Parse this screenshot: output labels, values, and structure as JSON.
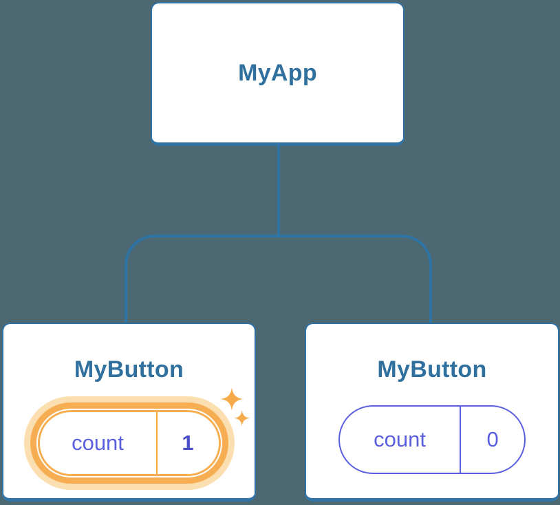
{
  "tree": {
    "root": {
      "label": "MyApp"
    },
    "children": [
      {
        "label": "MyButton",
        "state": {
          "key": "count",
          "value": "1"
        },
        "highlighted": true
      },
      {
        "label": "MyButton",
        "state": {
          "key": "count",
          "value": "0"
        },
        "highlighted": false
      }
    ]
  },
  "colors": {
    "background": "#4C6872",
    "connector_blue": "#2E74A4",
    "node_border_blue": "#3173A4",
    "node_label_blue": "#2F709E",
    "state_indigo": "#5B5FDE",
    "state_value_bold_indigo": "#4B4FC8",
    "highlight_orange": "#F7AE52",
    "highlight_glow": "#FBDFB0",
    "sparkle_orange": "#F5AB4C"
  }
}
